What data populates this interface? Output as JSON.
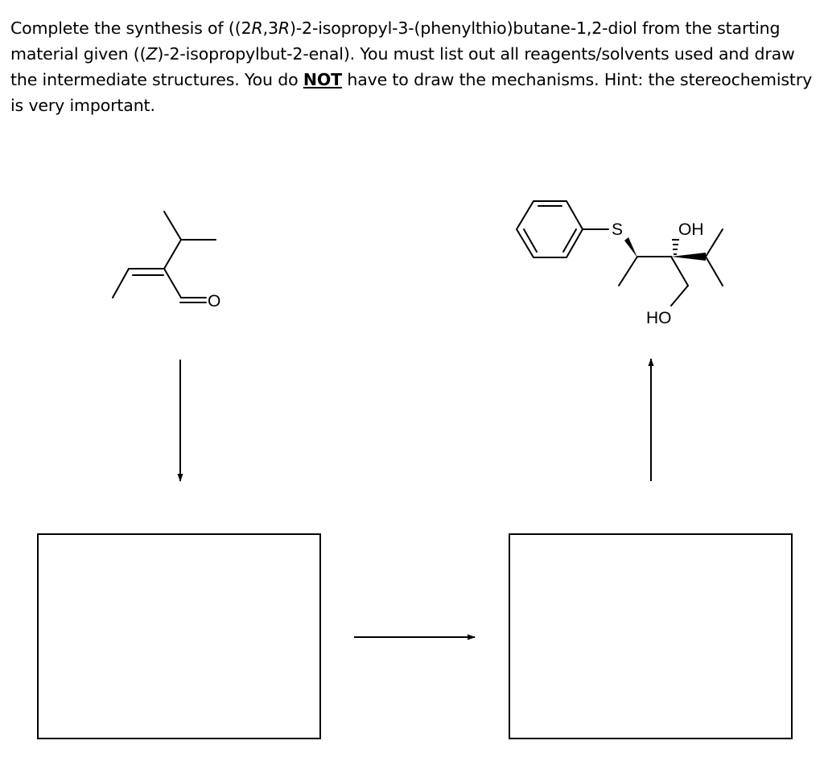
{
  "question": {
    "intro": "Complete the synthesis of ((2",
    "r1": "R",
    "comma": ",3",
    "r2": "R",
    "target_name": ")-2-isopropyl-3-(phenylthio)butane-1,2-diol from the starting material given ((",
    "z": "Z",
    "start_name": ")-2-isopropylbut-2-enal). You must list out all reagents/solvents used and draw the intermediate structures. You do ",
    "emphasis": "NOT",
    "ending": " have to draw the mechanisms. Hint: the stereochemistry is very important."
  },
  "starting_material": {
    "oxygen_label": "O"
  },
  "target_molecule": {
    "sulfur_label": "S",
    "hydroxyl_top_label": "OH",
    "hydroxyl_bottom_label": "HO"
  },
  "answer_boxes": [
    {
      "content": ""
    },
    {
      "content": ""
    }
  ]
}
